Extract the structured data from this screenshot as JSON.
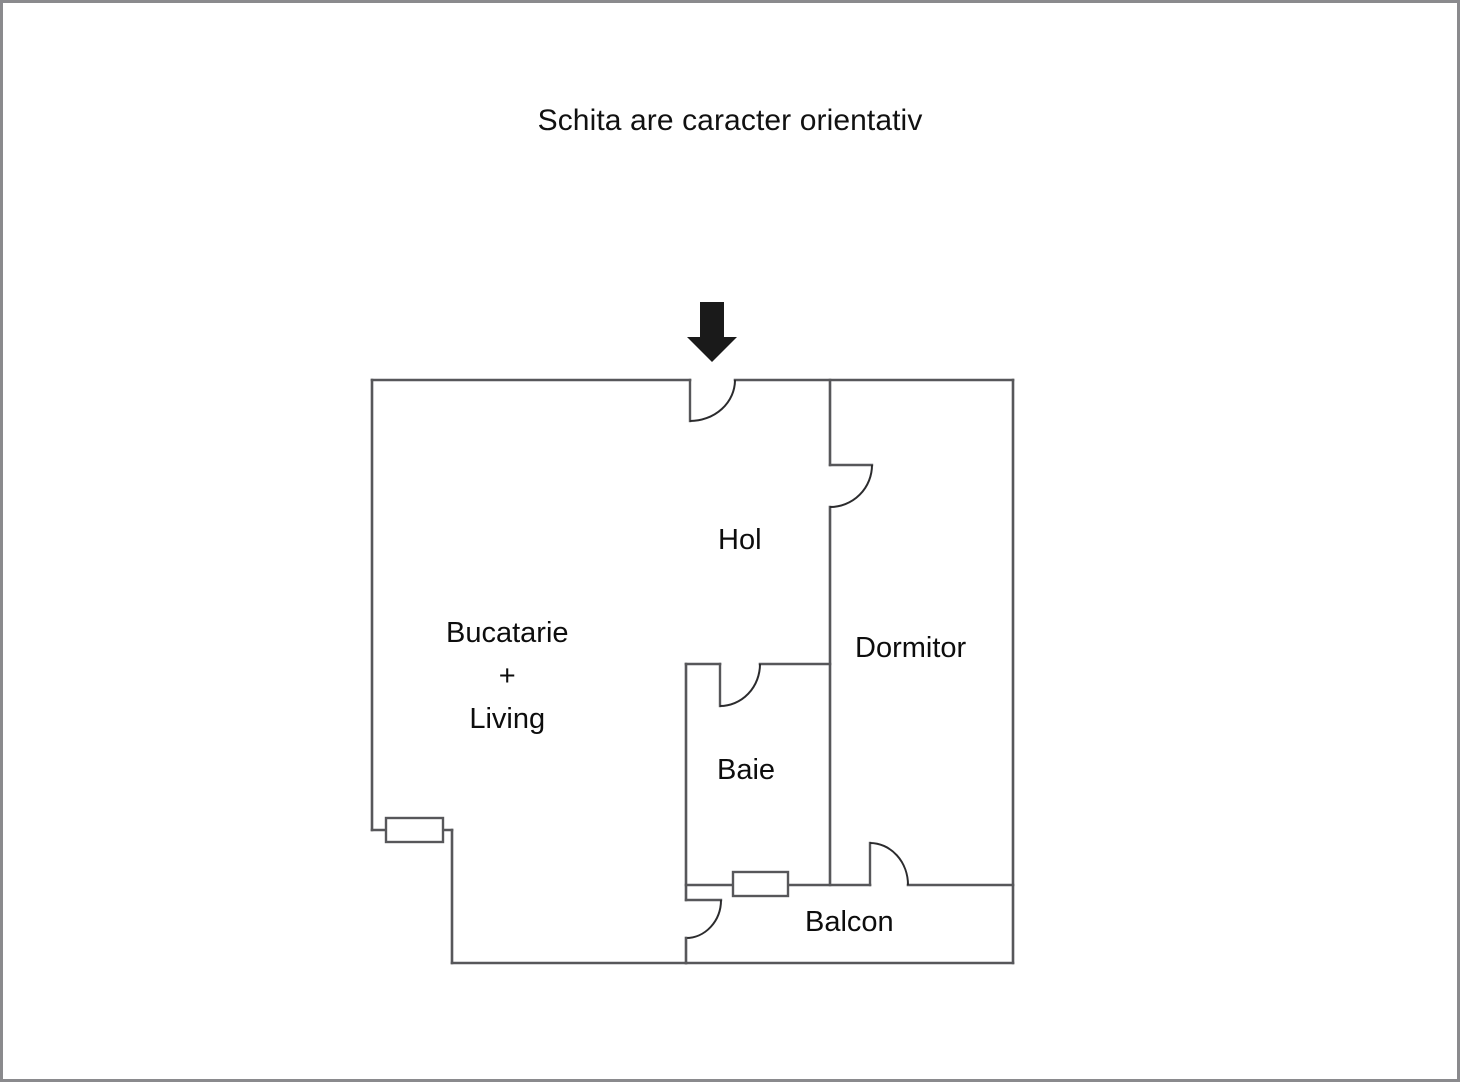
{
  "page": {
    "title": "Schita are caracter orientativ",
    "background_color": "#ffffff",
    "border_color": "#8a8a8d",
    "wall_color": "#57575a",
    "text_color": "#0d0d0d",
    "arrow_color": "#1a1a1a"
  },
  "floorplan": {
    "type": "apartment-floor-plan",
    "entrance_marker": "down-arrow",
    "rooms": [
      {
        "id": "bucatarie_living",
        "label_lines": [
          "Bucatarie",
          "+",
          "Living"
        ],
        "label": "Bucatarie + Living"
      },
      {
        "id": "hol",
        "label": "Hol"
      },
      {
        "id": "dormitor",
        "label": "Dormitor"
      },
      {
        "id": "baie",
        "label": "Baie"
      },
      {
        "id": "balcon",
        "label": "Balcon"
      }
    ],
    "doors": [
      {
        "id": "entrance-door",
        "room": "hol",
        "swing": "into-hol"
      },
      {
        "id": "dormitor-door",
        "room": "dormitor",
        "swing": "into-dormitor"
      },
      {
        "id": "baie-door",
        "room": "baie",
        "swing": "into-baie"
      },
      {
        "id": "living-door",
        "room": "bucatarie_living",
        "swing": "into-living"
      },
      {
        "id": "balcon-door",
        "room": "balcon",
        "swing": "into-balcon"
      }
    ],
    "windows": [
      {
        "id": "living-window",
        "wall": "west-jog"
      },
      {
        "id": "baie-window",
        "wall": "south-baie"
      }
    ]
  }
}
